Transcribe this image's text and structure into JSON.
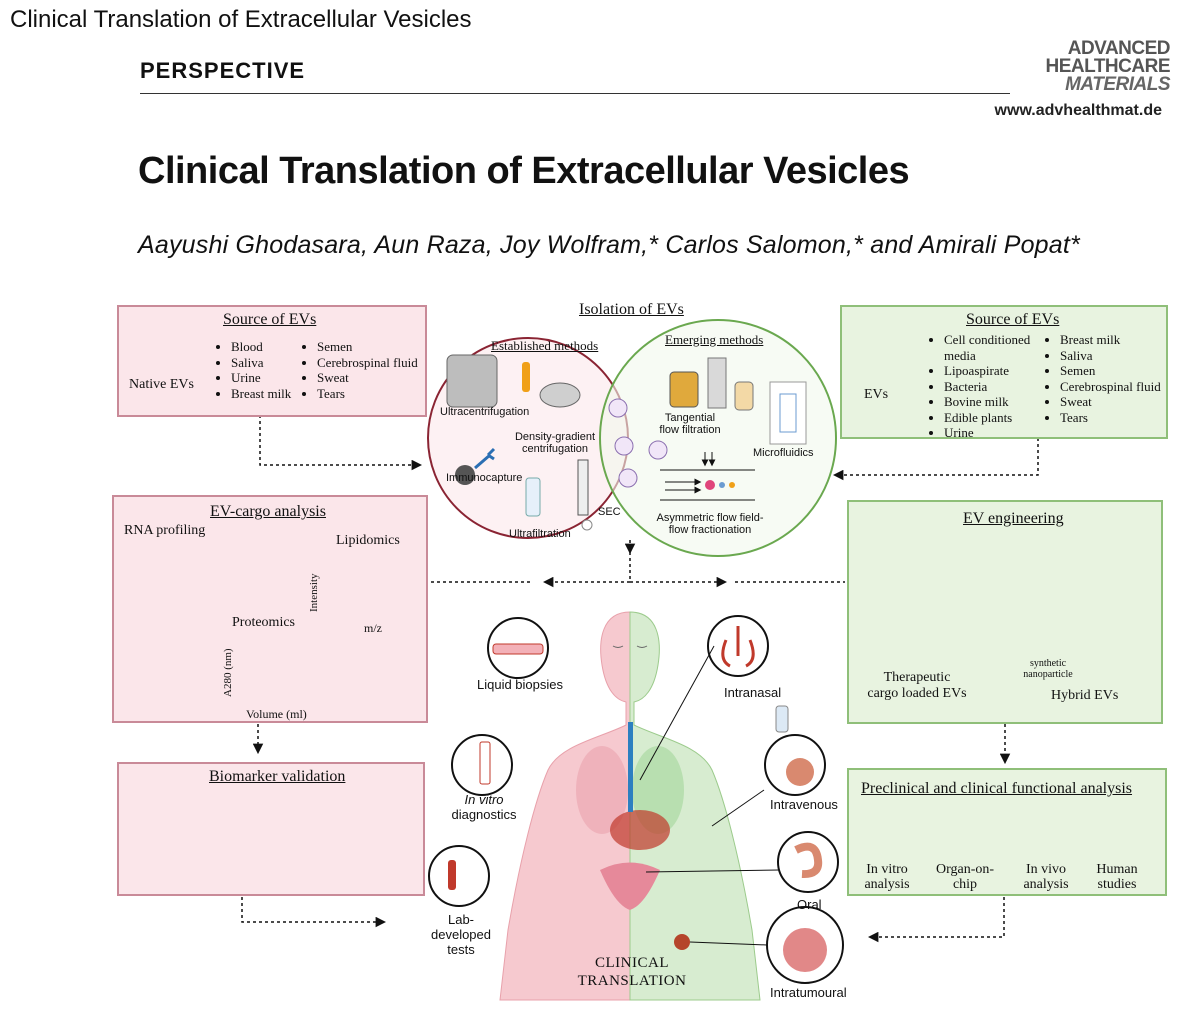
{
  "header": {
    "tab_title": "Clinical Translation of Extracellular Vesicles",
    "section": "PERSPECTIVE",
    "journal_lines": [
      "ADVANCED",
      "HEALTHCARE",
      "MATERIALS"
    ],
    "website": "www.advhealthmat.de",
    "title": "Clinical Translation of Extracellular Vesicles",
    "authors": "Aayushi Ghodasara, Aun Raza, Joy Wolfram,* Carlos Salomon,* and Amirali Popat*"
  },
  "figure": {
    "source_native": {
      "title": "Source of EVs",
      "caption": "Native EVs",
      "col1": [
        "Blood",
        "Saliva",
        "Urine",
        "Breast milk"
      ],
      "col2": [
        "Semen",
        "Cerebrospinal fluid",
        "Sweat",
        "Tears"
      ]
    },
    "source_engineered": {
      "title": "Source of EVs",
      "caption": "EVs",
      "col1": [
        "Cell conditioned media",
        "Lipoaspirate",
        "Bacteria",
        "Bovine milk",
        "Edible plants",
        "Urine"
      ],
      "col2": [
        "Breast milk",
        "Saliva",
        "Semen",
        "Cerebrospinal fluid",
        "Sweat",
        "Tears"
      ]
    },
    "isolation": {
      "title": "Isolation of EVs",
      "established": "Established methods",
      "emerging": "Emerging methods",
      "ultracentrifugation": "Ultracentrifugation",
      "density": "Density-gradient centrifugation",
      "immunocapture": "Immunocapture",
      "ultrafiltration": "Ultrafiltration",
      "sec": "SEC",
      "tff": "Tangential flow filtration",
      "microfluidics": "Microfluidics",
      "af4": "Asymmetric flow field-flow fractionation"
    },
    "cargo": {
      "title": "EV-cargo analysis",
      "rna": "RNA profiling",
      "lipidomics": "Lipidomics",
      "proteomics": "Proteomics",
      "intensity": "Intensity",
      "mz": "m/z",
      "a280": "A280 (nm)",
      "volume": "Volume (ml)"
    },
    "engineering": {
      "title": "EV engineering",
      "therapeutic": "Therapeutic cargo loaded EVs",
      "hybrid": "Hybrid EVs",
      "synthetic": "synthetic nanoparticle"
    },
    "biomarker": {
      "title": "Biomarker validation"
    },
    "preclinical": {
      "title": "Preclinical and clinical functional analysis",
      "items": [
        "In vitro analysis",
        "Organ-on-chip",
        "In vivo analysis",
        "Human studies"
      ]
    },
    "clinical": {
      "liquid": "Liquid biopsies",
      "invitro_diag_italic": "In vitro",
      "invitro_diag": "diagnostics",
      "lab": "Lab-developed tests",
      "intranasal": "Intranasal",
      "intravenous": "Intravenous",
      "oral": "Oral",
      "intratumoural": "Intratumoural",
      "caption": "CLINICAL TRANSLATION"
    }
  },
  "colors": {
    "pink_fill": "#fbe6ea",
    "pink_border": "#c98a98",
    "green_fill": "#e8f3e0",
    "green_border": "#8fbf79",
    "blue_icon": "#2c7fc0"
  }
}
